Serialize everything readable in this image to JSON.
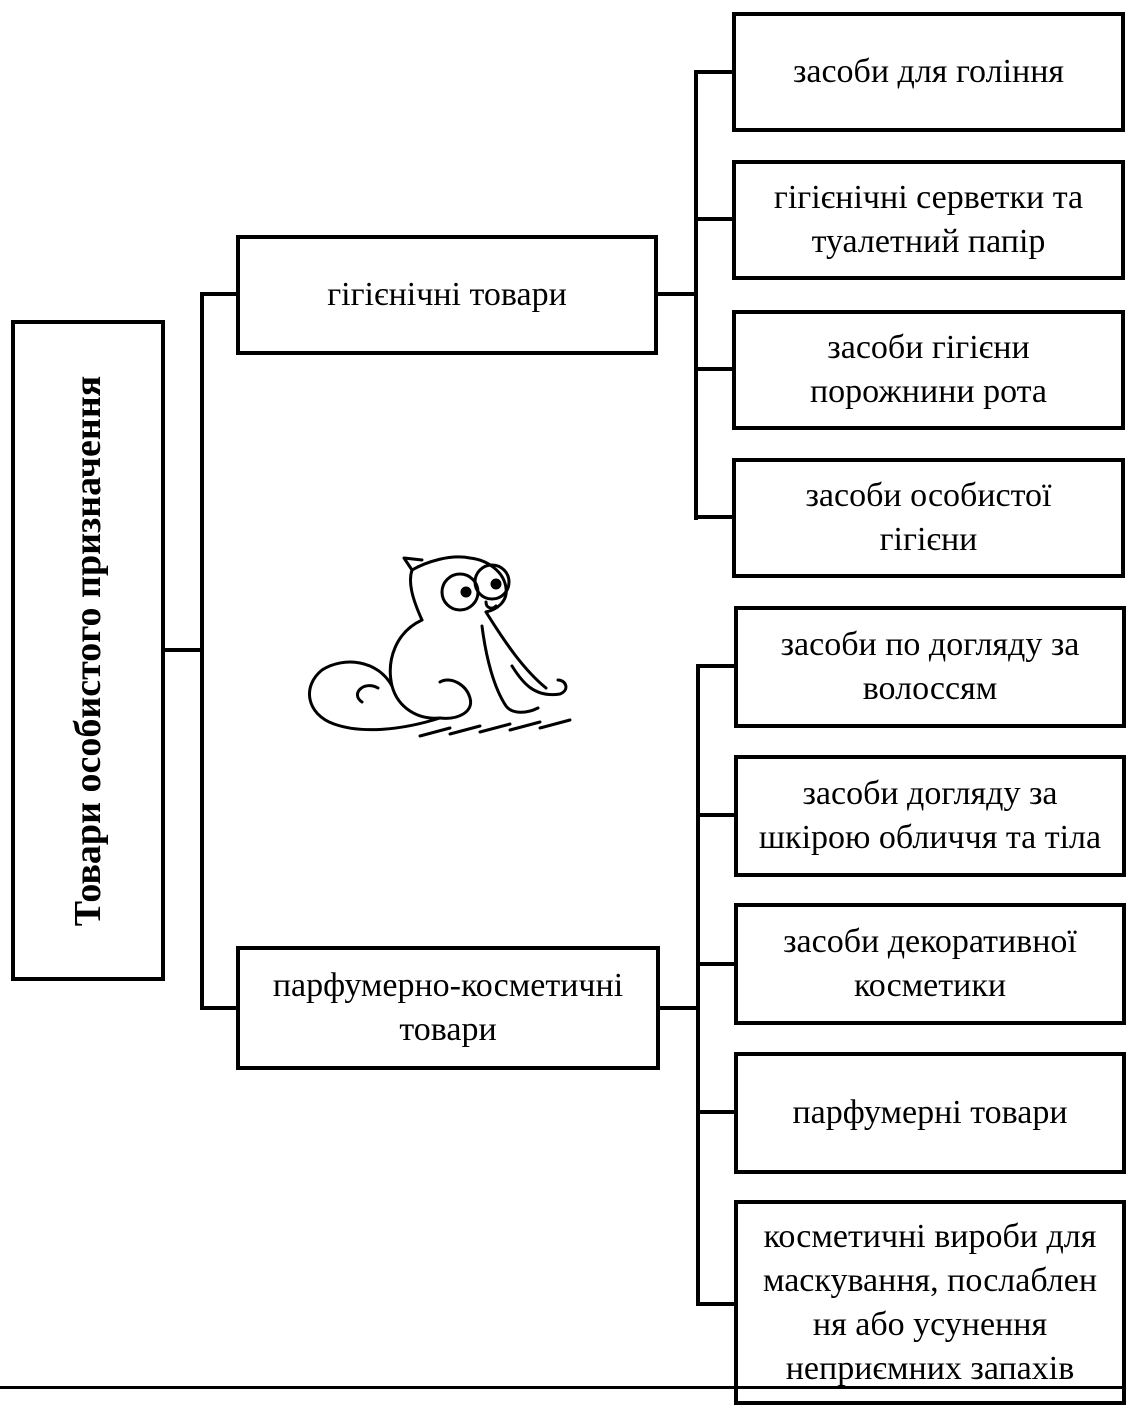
{
  "diagram": {
    "root": {
      "label": "Товари особистого призначення"
    },
    "categories": [
      {
        "label": "гігієнічні товари",
        "items": [
          "засоби для гоління",
          "гігієнічні серветки та\nтуалетний папір",
          "засоби гігієни\nпорожнини рота",
          "засоби особистої\nгігієни"
        ]
      },
      {
        "label": "парфумерно-косметичні\nтовари",
        "items": [
          "засоби по догляду за\nволоссям",
          "засоби догляду за\nшкірою обличчя та тіла",
          "засоби декоративної\nкосметики",
          "парфумерні товари",
          "косметичні вироби для\nмаскування, послаблен\nня або усунення\nнеприємних запахів"
        ]
      }
    ],
    "illustration": {
      "icon": "cartoon-cat-icon"
    }
  }
}
